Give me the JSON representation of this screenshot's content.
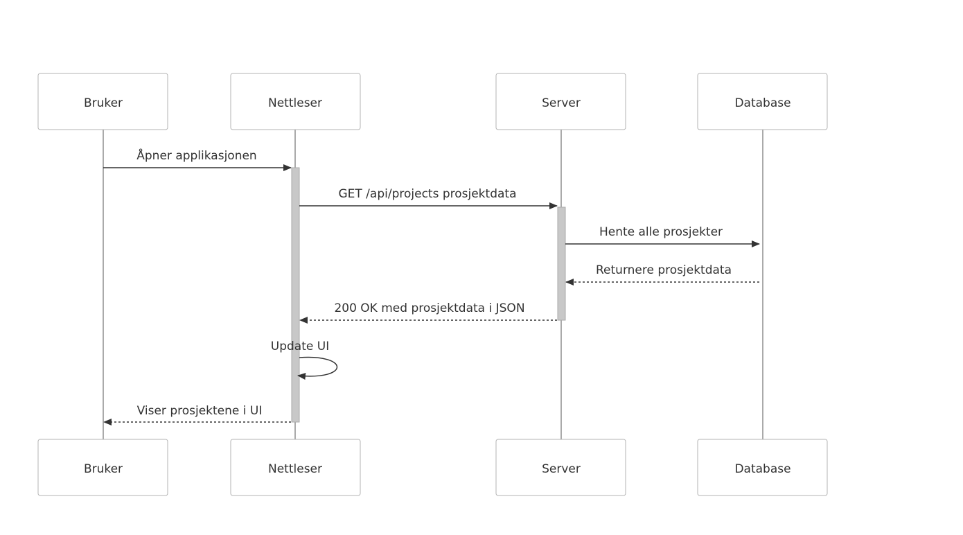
{
  "participants": [
    {
      "id": "bruker",
      "label": "Bruker"
    },
    {
      "id": "nettleser",
      "label": "Nettleser"
    },
    {
      "id": "server",
      "label": "Server"
    },
    {
      "id": "database",
      "label": "Database"
    }
  ],
  "messages": [
    {
      "from": "bruker",
      "to": "nettleser",
      "text": "Åpner applikasjonen",
      "style": "solid"
    },
    {
      "from": "nettleser",
      "to": "server",
      "text": "GET /api/projects prosjektdata",
      "style": "solid"
    },
    {
      "from": "server",
      "to": "database",
      "text": "Hente alle prosjekter",
      "style": "solid"
    },
    {
      "from": "database",
      "to": "server",
      "text": "Returnere prosjektdata",
      "style": "dotted"
    },
    {
      "from": "server",
      "to": "nettleser",
      "text": "200 OK med prosjektdata i JSON",
      "style": "dotted"
    },
    {
      "from": "nettleser",
      "to": "nettleser",
      "text": "Update UI",
      "style": "solid"
    },
    {
      "from": "nettleser",
      "to": "bruker",
      "text": "Viser prosjektene i UI",
      "style": "dotted"
    }
  ],
  "colors": {
    "actor_border": "#b3b3b3",
    "lifeline": "#aaaaaa",
    "activation_fill": "#c8c8c8",
    "text": "#333333"
  }
}
